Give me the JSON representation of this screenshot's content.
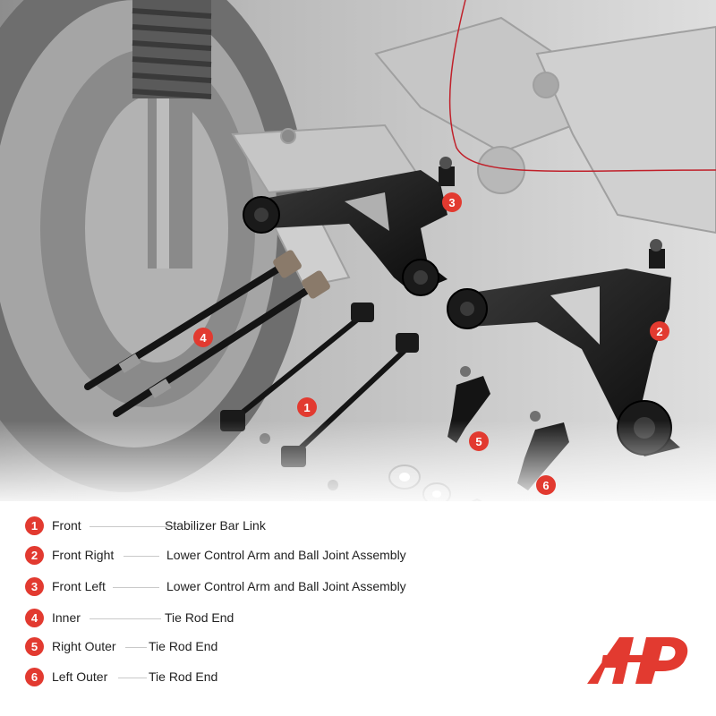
{
  "colors": {
    "accent": "#e23a30",
    "dark_part": "#141414",
    "bg": "#ffffff"
  },
  "callouts": [
    "1",
    "2",
    "3",
    "4",
    "5",
    "6"
  ],
  "legend": [
    {
      "num": "1",
      "position": "Front",
      "part": "Stabilizer Bar Link"
    },
    {
      "num": "2",
      "position": "Front Right",
      "part": "Lower Control Arm and Ball Joint Assembly"
    },
    {
      "num": "3",
      "position": "Front Left",
      "part": "Lower Control Arm and Ball Joint Assembly"
    },
    {
      "num": "4",
      "position": "Inner",
      "part": "Tie Rod End"
    },
    {
      "num": "5",
      "position": "Right Outer",
      "part": "Tie Rod End"
    },
    {
      "num": "6",
      "position": "Left Outer",
      "part": "Tie Rod End"
    }
  ],
  "brand": {
    "logo_icon": "a-premium-logo"
  }
}
